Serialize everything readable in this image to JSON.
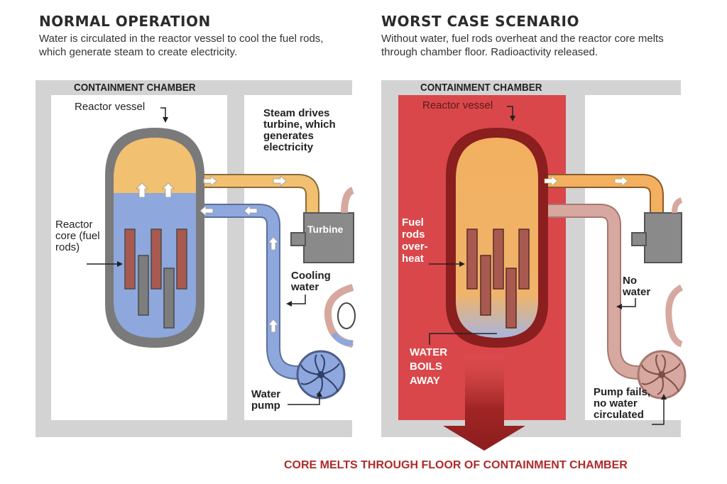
{
  "normal": {
    "title": "NORMAL OPERATION",
    "description": "Water is circulated in the reactor vessel to cool the fuel rods, which generate steam to create electricity.",
    "chamber_label": "CONTAINMENT CHAMBER",
    "vessel_label": "Reactor vessel",
    "core_label": "Reactor core (fuel rods)",
    "steam_label": "Steam drives turbine, which generates electricity",
    "turbine_label": "Turbine",
    "cooling_label": "Cooling water",
    "pump_label": "Water pump"
  },
  "worst": {
    "title": "WORST CASE SCENARIO",
    "description": "Without water, fuel rods overheat and the reactor core melts through chamber floor. Radioactivity released.",
    "chamber_label": "CONTAINMENT CHAMBER",
    "vessel_label": "Reactor vessel",
    "rods_label": "Fuel rods over- heat",
    "no_water_label": "No water",
    "boils_label": "WATER BOILS AWAY",
    "pump_label": "Pump fails, no water circulated"
  },
  "footer": "CORE MELTS THROUGH FLOOR OF CONTAINMENT CHAMBER",
  "colors": {
    "water": "#8ea7dc",
    "steam": "#f1c071",
    "chamber_wall": "#d3d3d3",
    "vessel_shell": "#7a7a7a",
    "fuel_rod": "#a85a50",
    "meltdown_red": "#d9474a",
    "dark_red": "#8b1e1e",
    "pink_pipe": "#d6a89f",
    "footer_text": "#b02a2a"
  }
}
